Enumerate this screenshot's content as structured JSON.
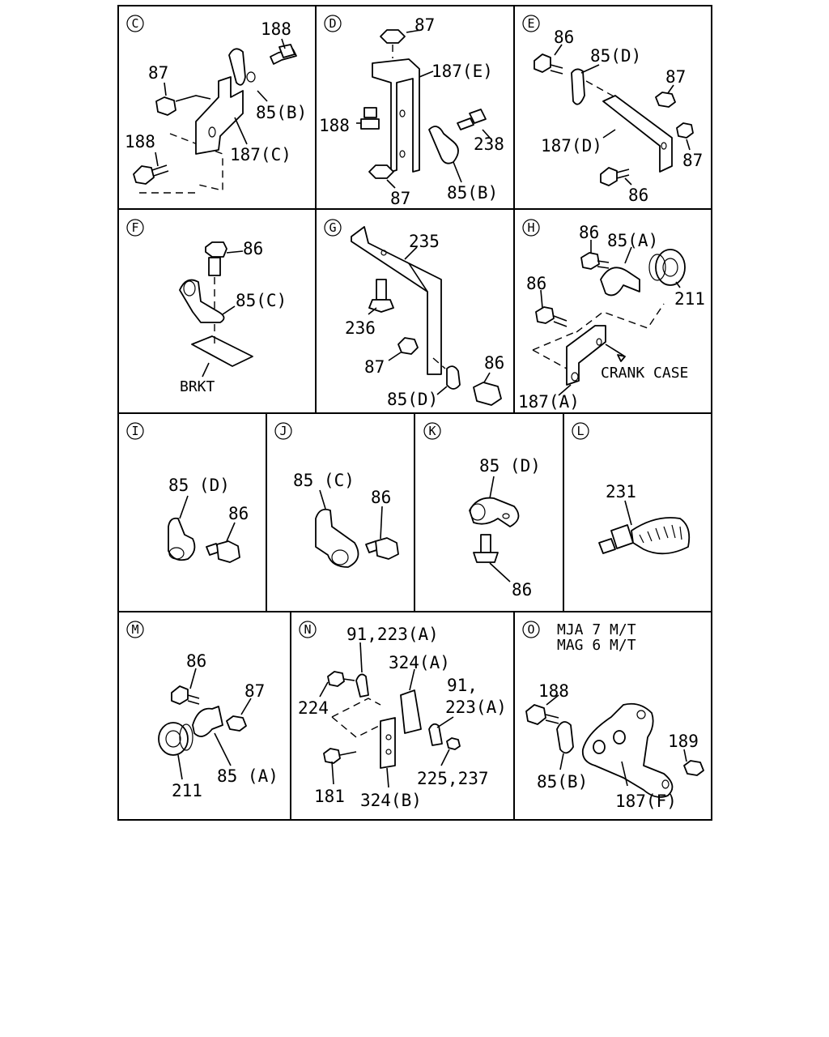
{
  "panels": [
    {
      "id": "C",
      "labels": [
        "188",
        "87",
        "85(B)",
        "188",
        "187(C)"
      ]
    },
    {
      "id": "D",
      "labels": [
        "87",
        "187(E)",
        "188",
        "238",
        "87",
        "85(B)"
      ]
    },
    {
      "id": "E",
      "labels": [
        "86",
        "85(D)",
        "87",
        "187(D)",
        "87",
        "86"
      ]
    },
    {
      "id": "F",
      "labels": [
        "86",
        "85(C)",
        "BRKT"
      ]
    },
    {
      "id": "G",
      "labels": [
        "235",
        "236",
        "87",
        "86",
        "85(D)"
      ]
    },
    {
      "id": "H",
      "labels": [
        "86",
        "85(A)",
        "86",
        "211",
        "CRANK CASE",
        "187(A)"
      ]
    },
    {
      "id": "I",
      "labels": [
        "85 (D)",
        "86"
      ]
    },
    {
      "id": "J",
      "labels": [
        "85 (C)",
        "86"
      ]
    },
    {
      "id": "K",
      "labels": [
        "85 (D)",
        "86"
      ]
    },
    {
      "id": "L",
      "labels": [
        "231"
      ]
    },
    {
      "id": "M",
      "labels": [
        "86",
        "87",
        "211",
        "85 (A)"
      ]
    },
    {
      "id": "N",
      "labels": [
        "91,223(A)",
        "324(A)",
        "224",
        "91,",
        "223(A)",
        "181",
        "324(B)",
        "225,237"
      ]
    },
    {
      "id": "O",
      "labels": [
        "MJA 7 M/T",
        "MAG 6 M/T",
        "188",
        "189",
        "85(B)",
        "187(F)"
      ]
    }
  ]
}
